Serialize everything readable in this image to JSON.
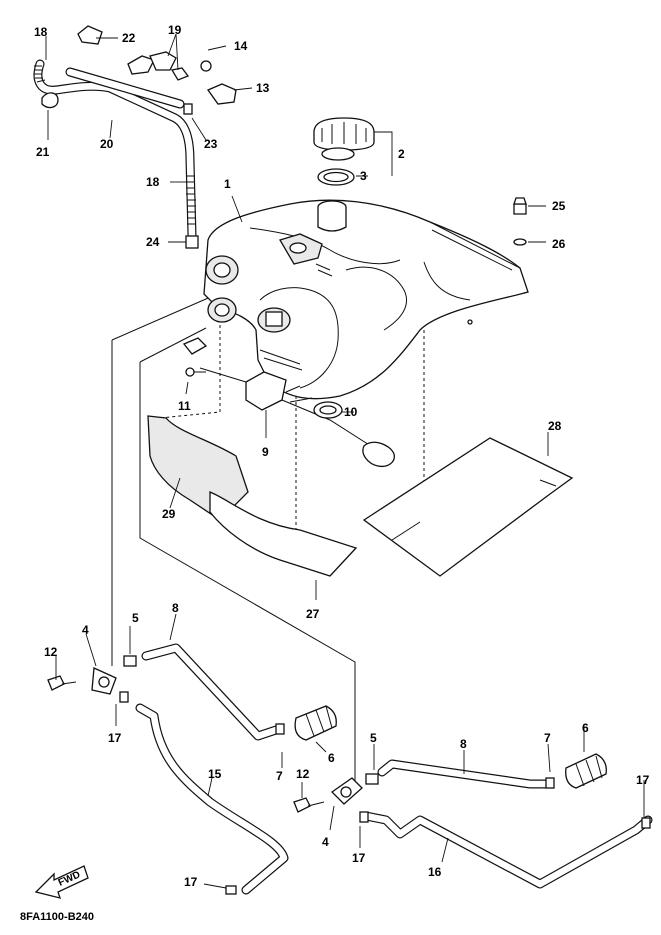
{
  "diagram": {
    "code": "8FA1100-B240",
    "fwd_label": "FWD",
    "callouts": {
      "c1": "1",
      "c2": "2",
      "c3": "3",
      "c4a": "4",
      "c4b": "4",
      "c5a": "5",
      "c5b": "5",
      "c6a": "6",
      "c6b": "6",
      "c7a": "7",
      "c7b": "7",
      "c8a": "8",
      "c8b": "8",
      "c9": "9",
      "c10": "10",
      "c11": "11",
      "c12a": "12",
      "c12b": "12",
      "c13": "13",
      "c14": "14",
      "c15": "15",
      "c16": "16",
      "c17a": "17",
      "c17b": "17",
      "c17c": "17",
      "c17d": "17",
      "c18a": "18",
      "c18b": "18",
      "c19": "19",
      "c20": "20",
      "c21": "21",
      "c22": "22",
      "c23": "23",
      "c24": "24",
      "c25": "25",
      "c26": "26",
      "c27": "27",
      "c28": "28",
      "c29": "29"
    }
  }
}
